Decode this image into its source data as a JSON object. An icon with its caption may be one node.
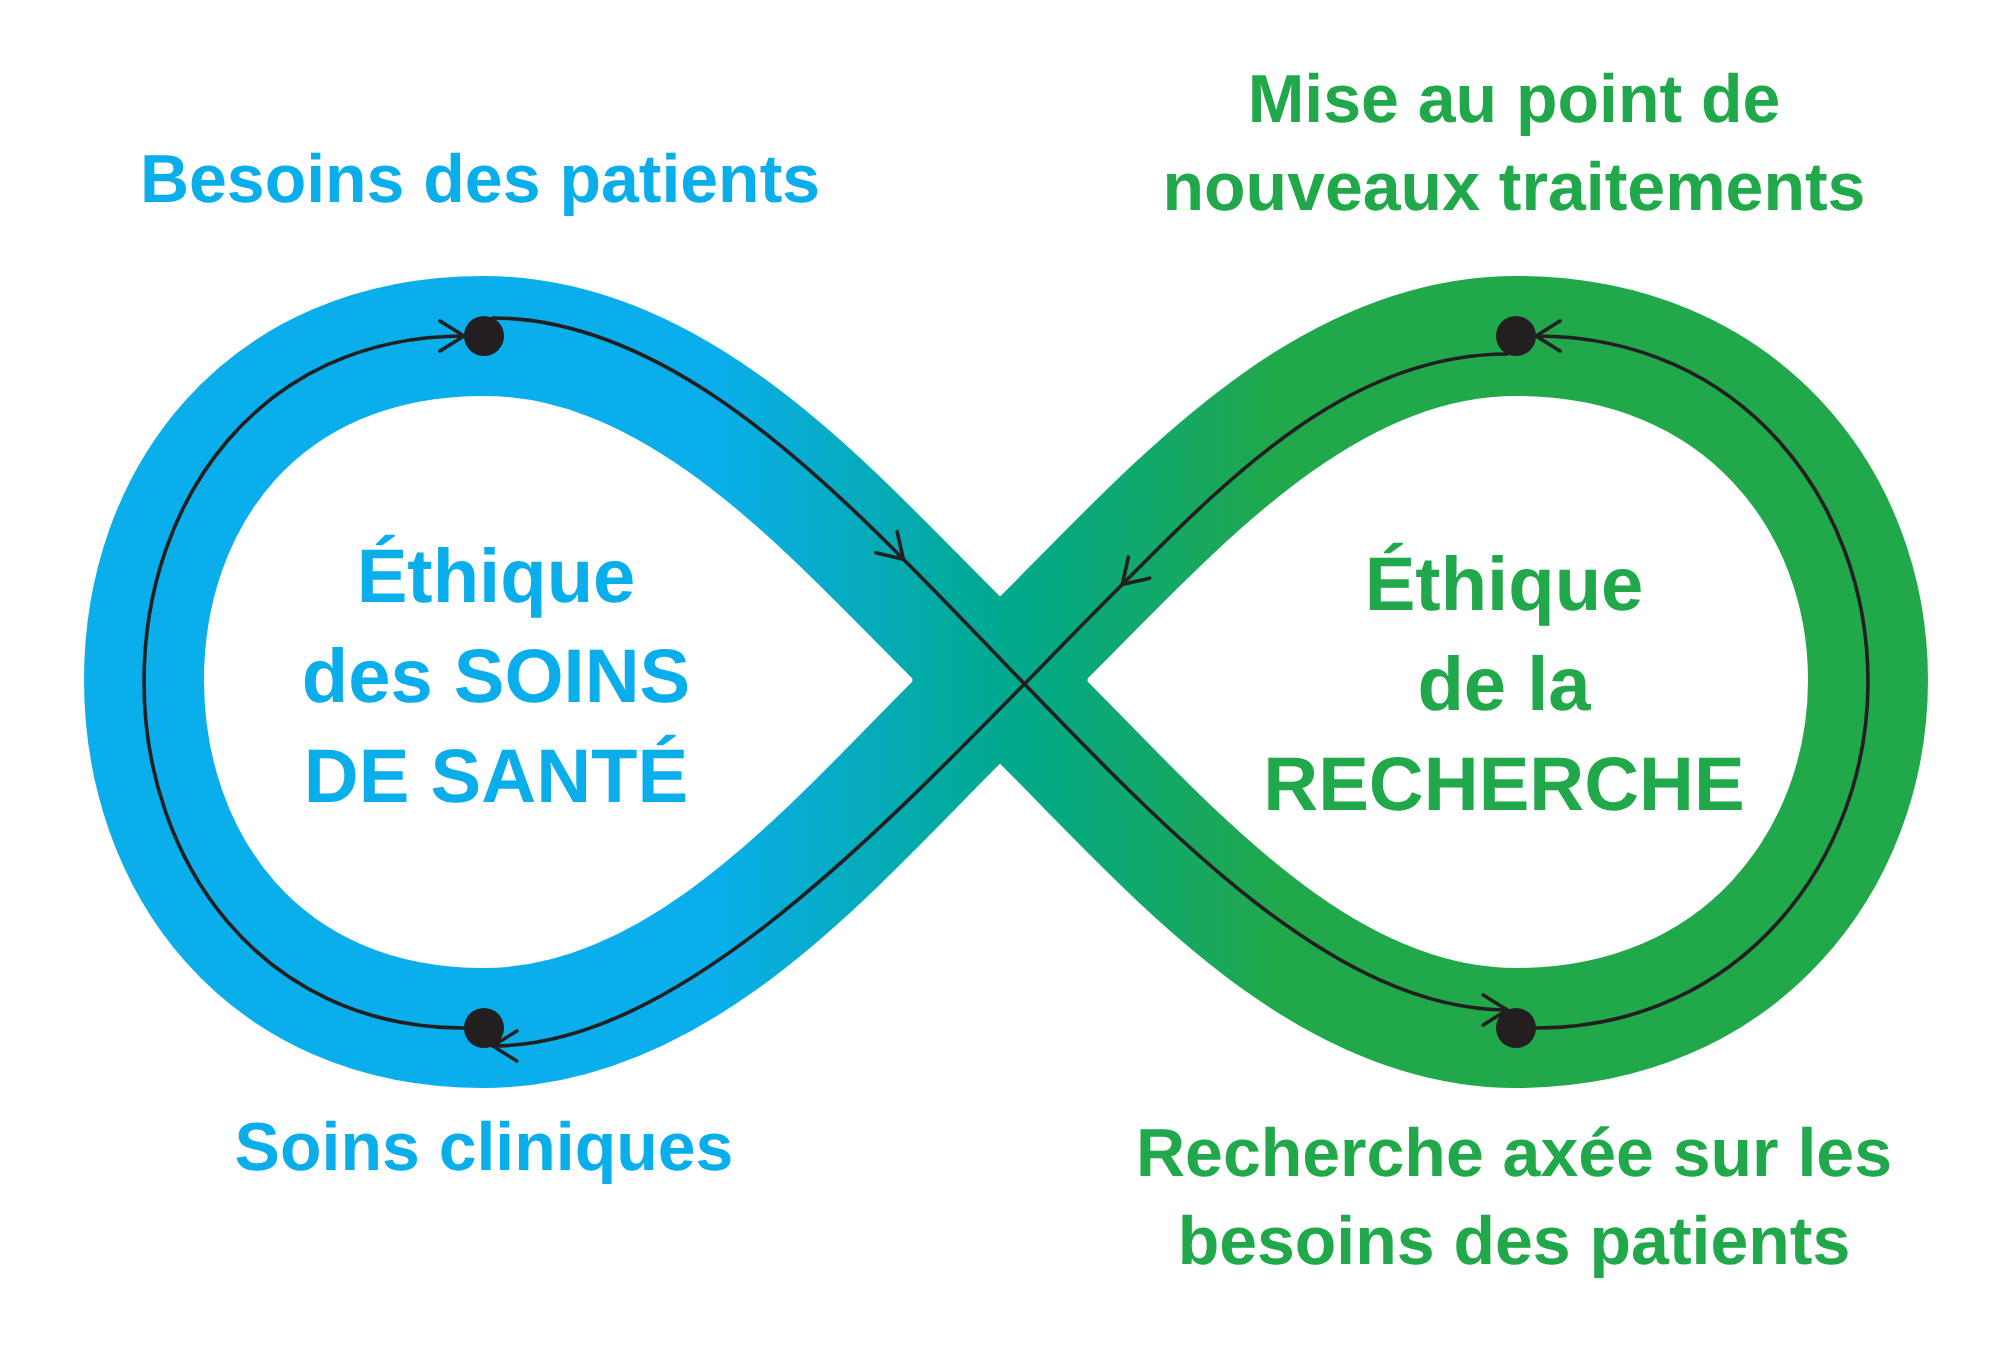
{
  "diagram": {
    "nodes": [
      {
        "text": [
          "Éthique des SOINS DE SANTÉ"
        ]
      },
      {
        "text": [],
        "shape": "circle",
        "beside": [
          "Besoins des patients"
        ],
        "in": 0
      },
      {
        "text": [],
        "shape": "circle",
        "beside": [
          "Soins cliniques"
        ],
        "in": 0
      },
      {
        "text": [
          "Éthique de la RECHERCHE"
        ]
      },
      {
        "text": [],
        "shape": "circle",
        "beside": [
          "Mise au point de nouveaux traitements"
        ],
        "in": 3
      },
      {
        "text": [],
        "shape": "circle",
        "beside": [
          "Recherche axée sur les besoins des patients"
        ],
        "in": 3
      }
    ],
    "edges": [
      {
        "from": 1,
        "to": 5,
        "arrow": "to"
      },
      {
        "from": 5,
        "to": 4,
        "arrow": "to"
      },
      {
        "from": 4,
        "to": 2,
        "arrow": "to"
      },
      {
        "from": 2,
        "to": 1,
        "arrow": "to"
      }
    ]
  }
}
